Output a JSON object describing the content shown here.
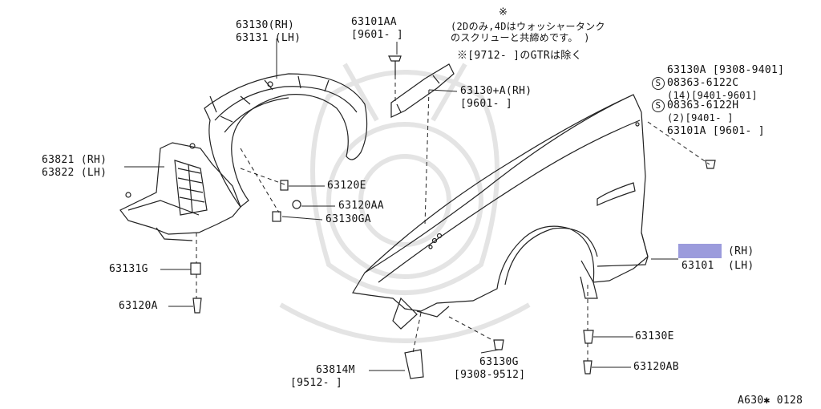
{
  "colors": {
    "line": "#222222",
    "highlight": "#9b9bdc",
    "watermark": "#e6e6e6"
  },
  "labels": {
    "p63130_rh": "63130(RH)",
    "p63131_lh": "63131 (LH)",
    "p63101aa": "63101AA",
    "p63101aa_date": "[9601-      ]",
    "note_mark": "※",
    "note_line1": "(2Dのみ,4Dはウォッシャータンク",
    "note_line2": "のスクリューと共締めです。 )",
    "note_line3": "※[9712-       ]のGTRは除く",
    "p63130a": "63130A [9308-9401]",
    "s_symbol1": "S",
    "p08363_c": "08363-6122C",
    "p08363_c_qty": "(14)[9401-9601]",
    "s_symbol2": "S",
    "p08363_h": "08363-6122H",
    "p08363_h_qty": "(2)[9401-       ]",
    "p63101a": "63101A [9601-       ]",
    "p63130a_rh": "63130+A(RH)",
    "p63130a_rh_date": "[9601-       ]",
    "p63821_rh": "63821 (RH)",
    "p63822_lh": "63822 (LH)",
    "p63120e": "63120E",
    "p63120aa": "63120AA",
    "p63130ga": "63130GA",
    "p63131g": "63131G",
    "p63120a": "63120A",
    "p63101_rh": "(RH)",
    "p63101": "63101",
    "p63101_lh": "(LH)",
    "p63130e": "63130E",
    "p63120ab": "63120AB",
    "p63130g": "63130G",
    "p63130g_date": "[9308-9512]",
    "p63814m": "63814M",
    "p63814m_date": "[9512-       ]",
    "footer_code": "A630✱ 0128"
  }
}
